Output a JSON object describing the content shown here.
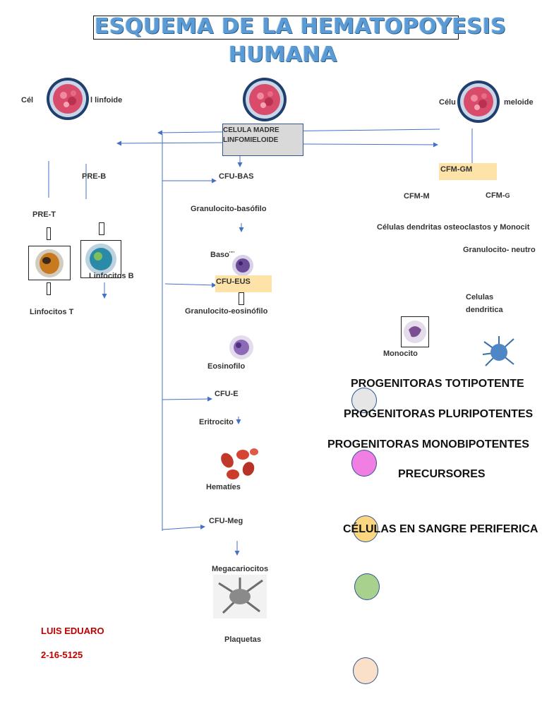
{
  "title": {
    "line1": "ESQUEMA DE LA HEMATOPOYESIS",
    "line2": "HUMANA"
  },
  "stem": {
    "box_label": "CELULA MADRE\nLINFOMIELOIDE"
  },
  "lymphoid": {
    "label_left": "Cél",
    "label_right": "l linfoide",
    "pre_b": "PRE-B",
    "pre_t": "PRE-T",
    "linfocitos_b": "Linfocitos B",
    "linfocitos_t": "Linfocitos T"
  },
  "myeloid": {
    "label_left": "Célu",
    "label_right": "meloide",
    "cfm_gm": "CFM-GM",
    "cfm_m": "CFM-M",
    "cfm_g_main": "CFM-",
    "cfm_g_sub": "G",
    "dendritic_line": "Células dendritas osteoclastos  y Monocit",
    "granulocito_neutro": "Granulocito- neutro",
    "celulas": "Celulas",
    "dendritica": "dendritica",
    "monocito": "Monocito"
  },
  "center": {
    "cfu_bas": "CFU-BAS",
    "granulocito_basofilo": "Granulocito-basófilo",
    "basofilo": "Baso¨¨",
    "cfu_eus": "CFU-EUS",
    "granulocito_eosinofilo": "Granulocito-eosinófilo",
    "eosinofilo": "Eosinofilo",
    "cfu_e": "CFU-E",
    "eritrocito": "Eritrocito",
    "hematies": "Hematíes",
    "cfu_meg": "CFU-Meg",
    "megacariocitos": "Megacariocitos",
    "plaquetas": "Plaquetas"
  },
  "legend": [
    {
      "text": "PROGENITORAS TOTIPOTENTE",
      "color": "#e6e6e6"
    },
    {
      "text": "PROGENITORAS PLURIPOTENTES",
      "color": "#f17ee3"
    },
    {
      "text": "PROGENITORAS MONOBIPOTENTES",
      "color": "#fcd77f"
    },
    {
      "text": "PRECURSORES",
      "color": "#a9d18e"
    },
    {
      "text": "CÉLULAS EN SANGRE PERIFERICA",
      "color": "#fbe0c9"
    }
  ],
  "author": {
    "name": "LUIS EDUARO",
    "id": "2-16-5125"
  },
  "colors": {
    "title": "#5b9bd5",
    "arrow": "#4472c4",
    "highlight": "#fde3a7",
    "author": "#c00000"
  }
}
